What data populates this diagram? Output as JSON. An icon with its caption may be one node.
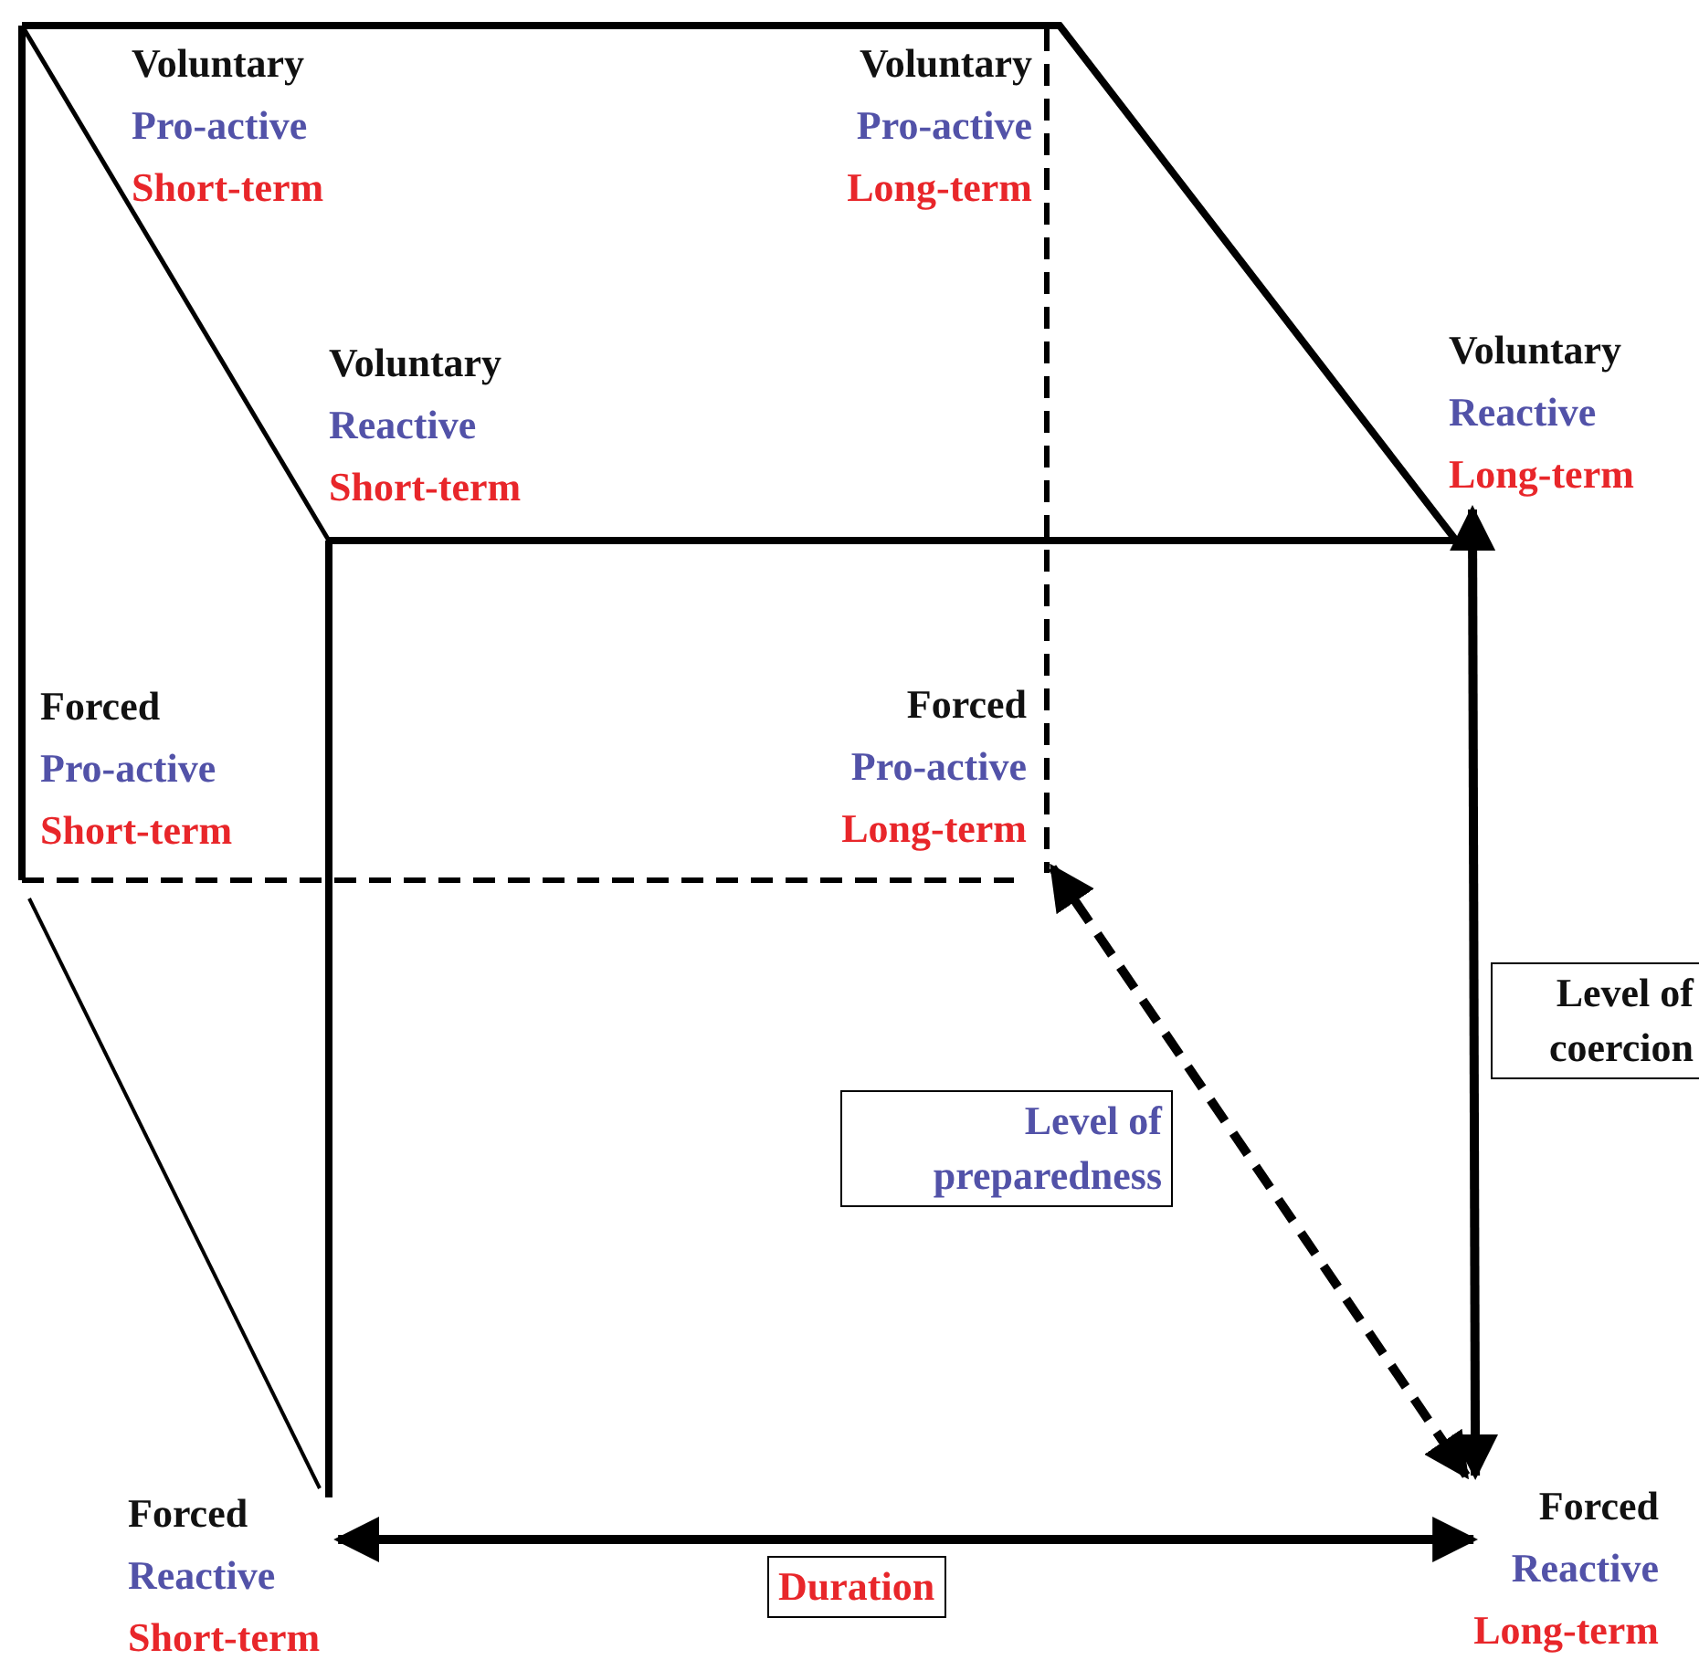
{
  "diagram": {
    "nodes": [
      {
        "text": [
          "Voluntary",
          "Pro-active",
          "Short-term"
        ]
      },
      {
        "text": [
          "Voluntary",
          "Pro-active",
          "Long-term"
        ]
      },
      {
        "text": [
          "Voluntary",
          "Reactive",
          "Short-term"
        ]
      },
      {
        "text": [
          "Voluntary",
          "Reactive",
          "Long-term"
        ]
      },
      {
        "text": [
          "Forced",
          "Pro-active",
          "Short-term"
        ]
      },
      {
        "text": [
          "Forced",
          "Pro-active",
          "Long-term"
        ]
      },
      {
        "text": [
          "Forced",
          "Reactive",
          "Short-term"
        ]
      },
      {
        "text": [
          "Forced",
          "Reactive",
          "Long-term"
        ]
      }
    ],
    "edges": [
      {
        "from": 3,
        "to": 7,
        "arrow": "both",
        "label": "Level of coercion"
      },
      {
        "from": 5,
        "to": 7,
        "arrow": "both",
        "label": "Level of preparedness",
        "style": "dashed"
      },
      {
        "from": 6,
        "to": 7,
        "arrow": "both",
        "label": "Duration"
      }
    ]
  }
}
